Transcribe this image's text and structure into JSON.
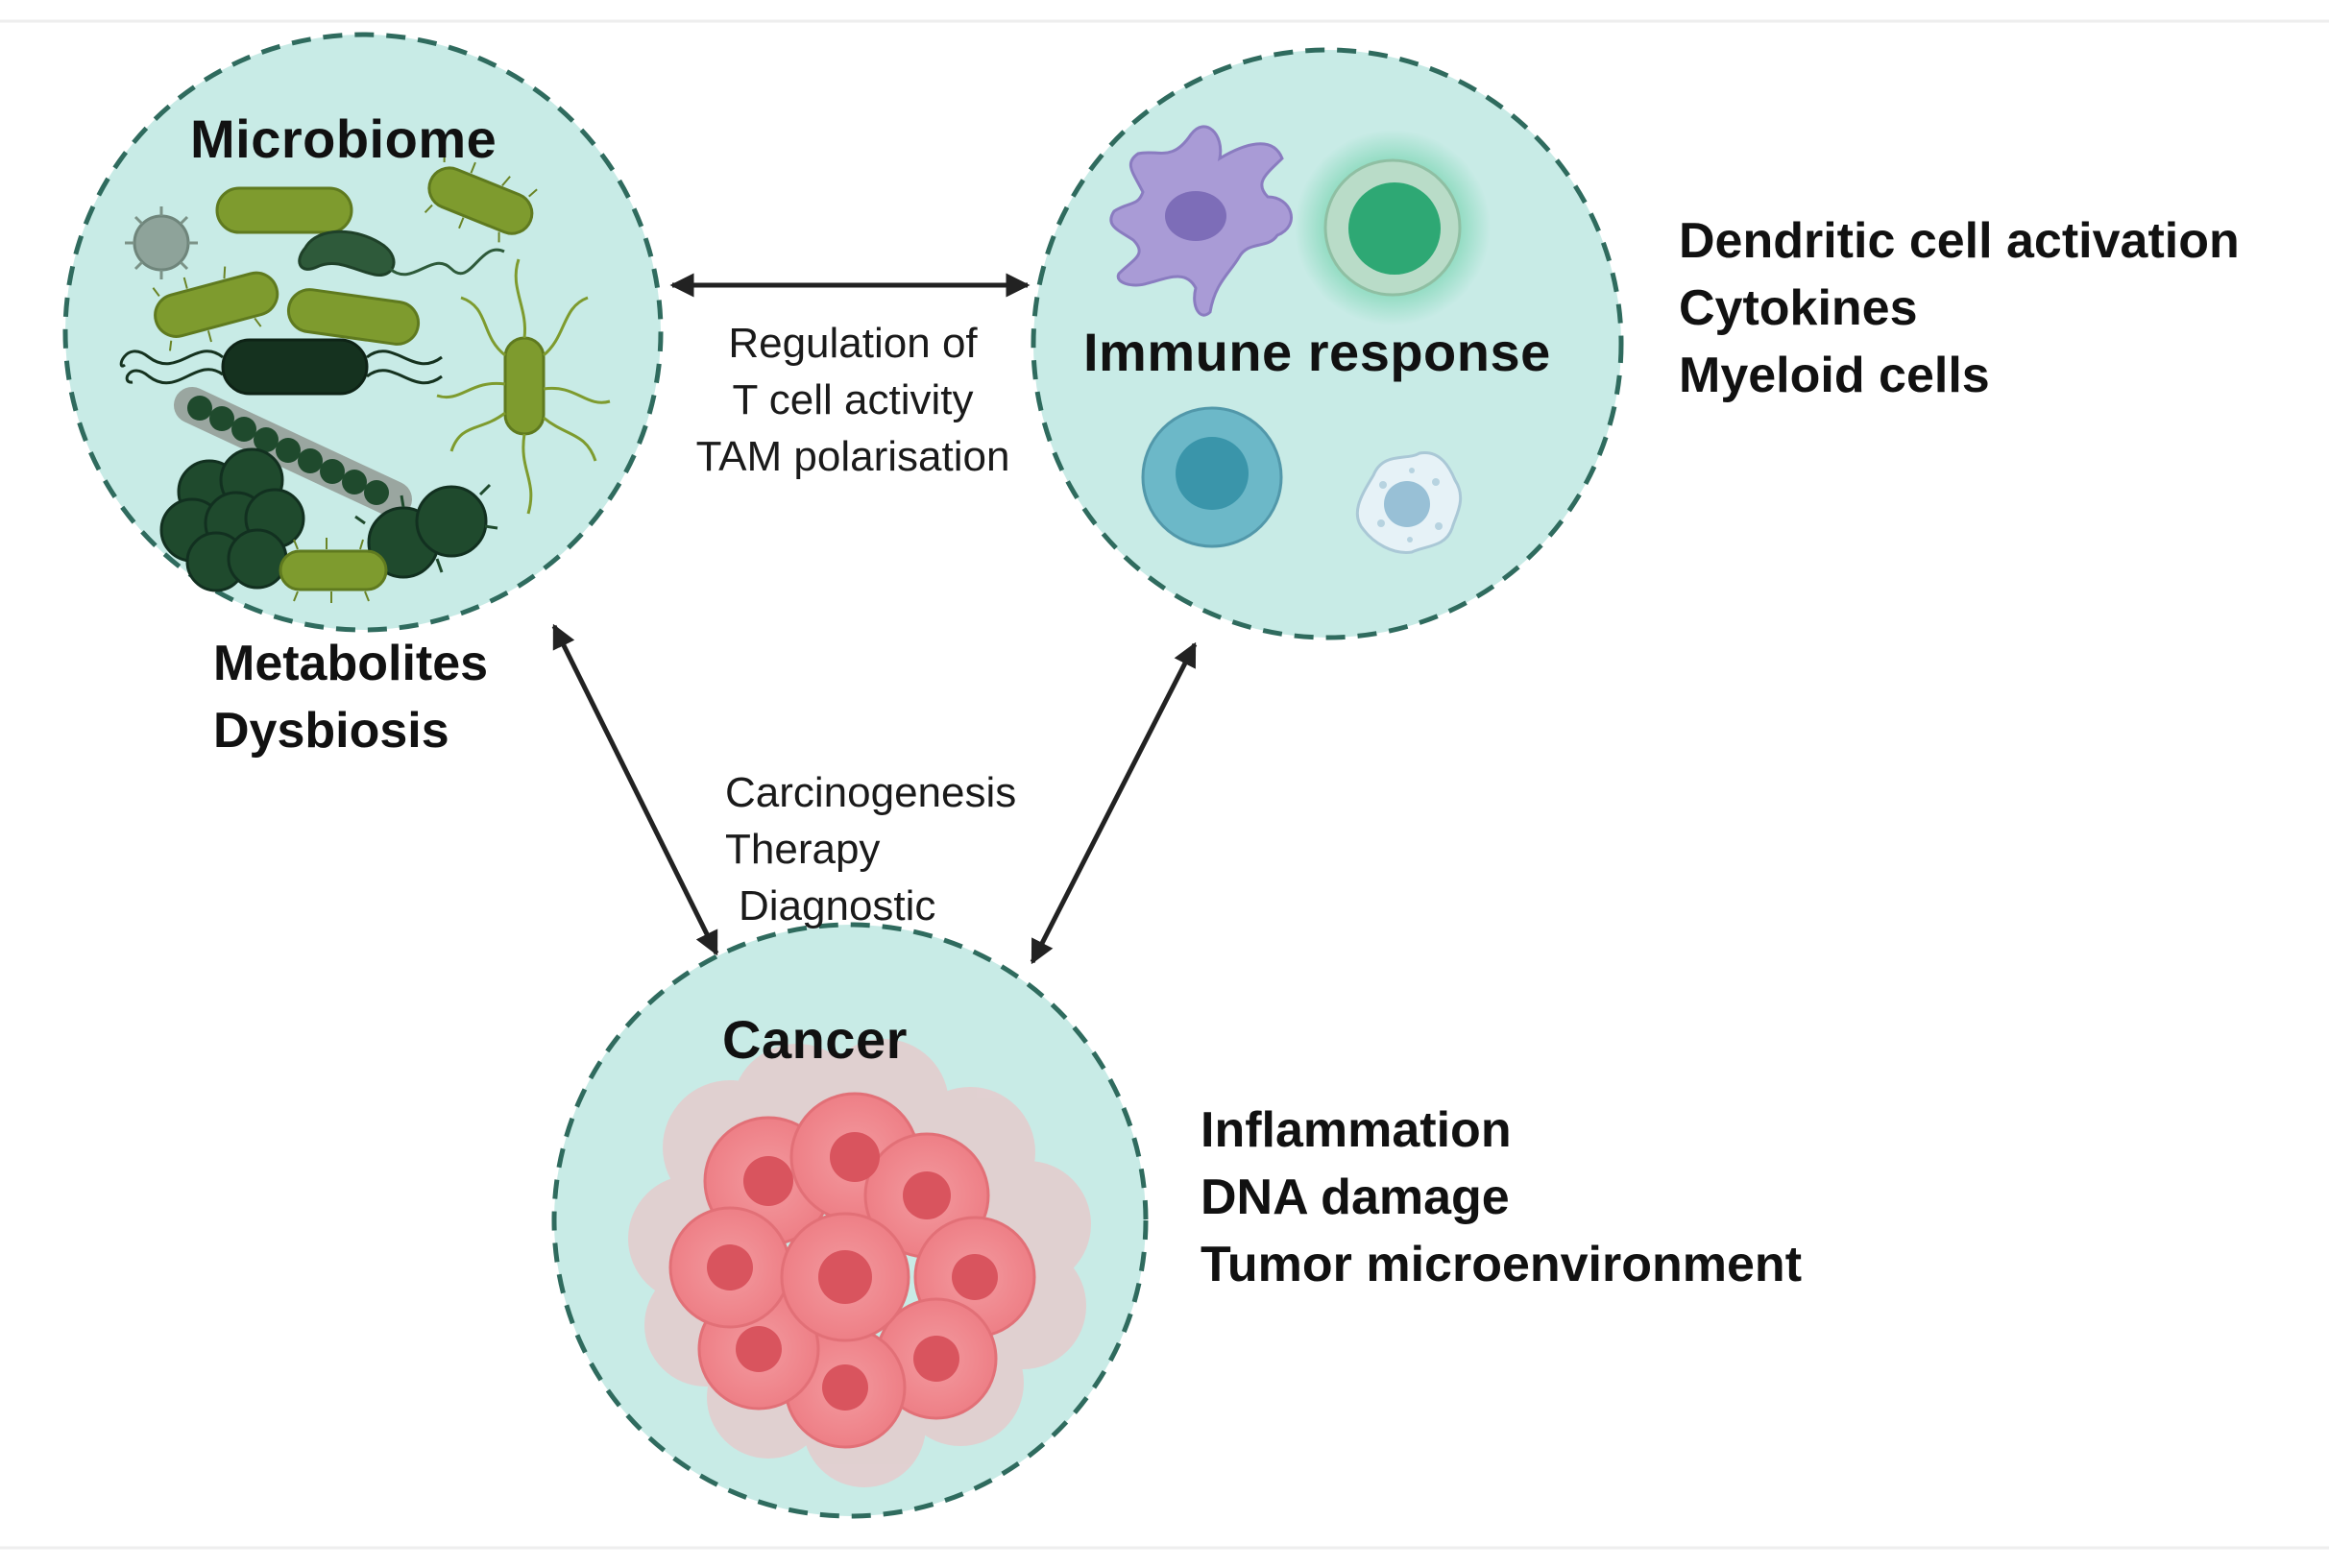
{
  "nodes": {
    "microbiome": {
      "title": "Microbiome",
      "notes": [
        "Metabolites",
        "Dysbiosis"
      ]
    },
    "immune": {
      "title": "Immune response",
      "notes": [
        "Dendritic cell activation",
        "Cytokines",
        "Myeloid cells"
      ]
    },
    "cancer": {
      "title": "Cancer",
      "notes": [
        "Inflammation",
        "DNA damage",
        "Tumor microenvironment"
      ]
    }
  },
  "links": {
    "microbiome_immune": [
      "Regulation of",
      "T cell activity",
      "TAM polarisation"
    ],
    "to_cancer": [
      "Carcinogenesis",
      "Therapy",
      "Diagnostic"
    ]
  },
  "colors": {
    "circle_fill": "#c8ebe6",
    "circle_border": "#2f6b5e",
    "arrow": "#222222"
  }
}
